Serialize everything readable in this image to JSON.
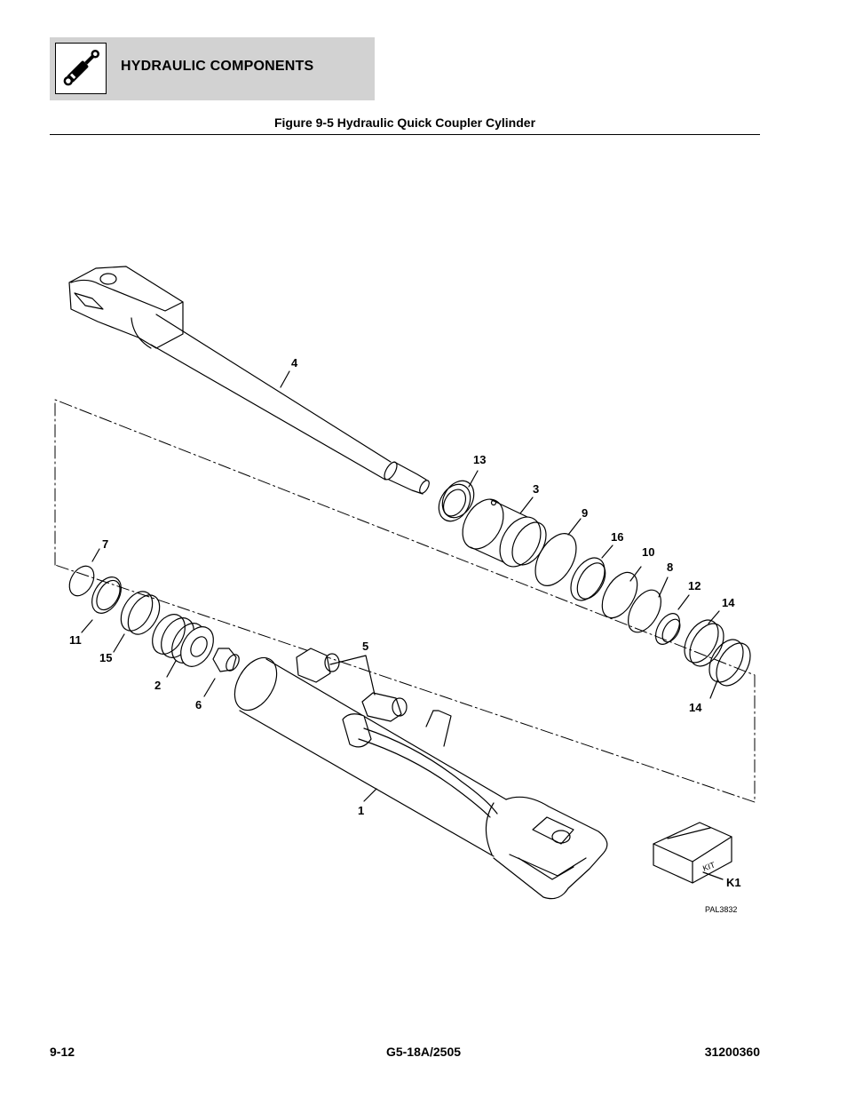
{
  "header": {
    "section_title": "HYDRAULIC COMPONENTS",
    "icon": "hydraulic-cylinder-icon"
  },
  "figure": {
    "title": "Figure 9-5 Hydraulic Quick Coupler Cylinder",
    "drawing_code": "PAL3832",
    "kit_label": "KIT",
    "callouts": {
      "c1": "1",
      "c2": "2",
      "c3": "3",
      "c4": "4",
      "c5": "5",
      "c6": "6",
      "c7": "7",
      "c8": "8",
      "c9": "9",
      "c10": "10",
      "c11": "11",
      "c12": "12",
      "c13": "13",
      "c14a": "14",
      "c14b": "14",
      "c15": "15",
      "c16": "16",
      "k1": "K1"
    }
  },
  "footer": {
    "page_number": "9-12",
    "model": "G5-18A/2505",
    "manual_number": "31200360"
  }
}
